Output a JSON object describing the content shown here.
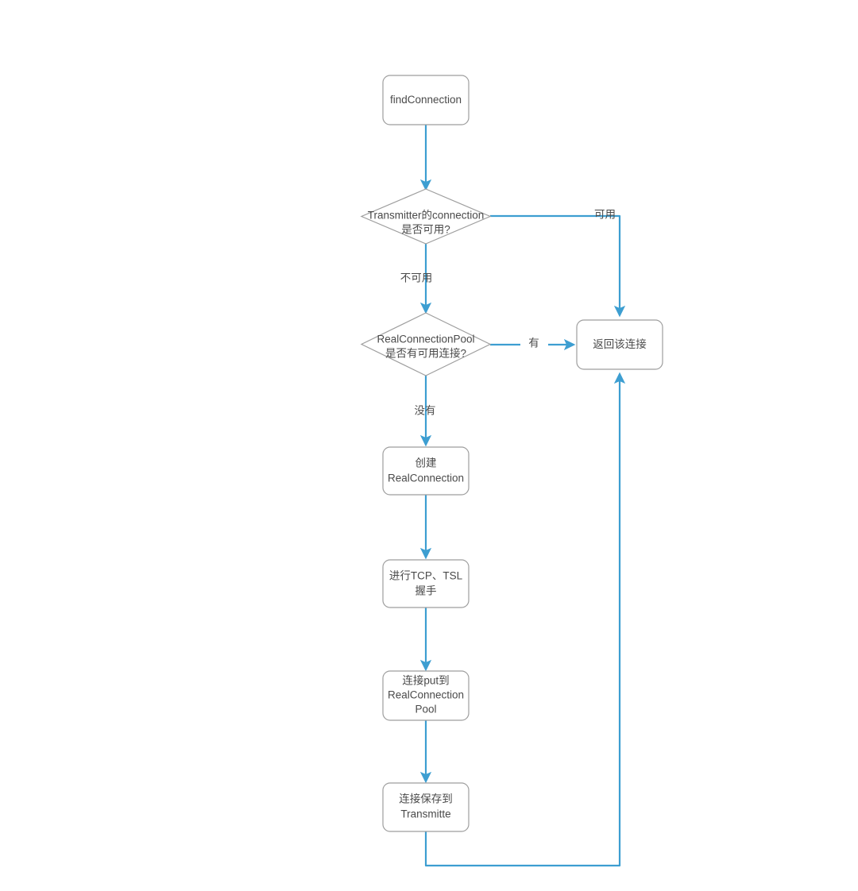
{
  "diagram": {
    "title": "findConnection flowchart",
    "colors": {
      "edge": "#3d9ed1",
      "node_border": "#9e9e9e",
      "node_fill": "#ffffff",
      "text": "#4a4a4a",
      "background": "#ffffff"
    },
    "nodes": [
      {
        "id": "start",
        "type": "rounded-rect",
        "lines": [
          "findConnection"
        ]
      },
      {
        "id": "decision-transmitter",
        "type": "diamond",
        "lines": [
          "Transmitter的connection",
          "是否可用?"
        ]
      },
      {
        "id": "decision-pool",
        "type": "diamond",
        "lines": [
          "RealConnectionPool",
          "是否有可用连接?"
        ]
      },
      {
        "id": "return-connection",
        "type": "rounded-rect",
        "lines": [
          "返回该连接"
        ]
      },
      {
        "id": "create-realconnection",
        "type": "rounded-rect",
        "lines": [
          "创建",
          "RealConnection"
        ]
      },
      {
        "id": "tcp-tsl-handshake",
        "type": "rounded-rect",
        "lines": [
          "进行TCP、TSL",
          "握手"
        ]
      },
      {
        "id": "put-to-pool",
        "type": "rounded-rect",
        "lines": [
          "连接put到",
          "RealConnection",
          "Pool"
        ]
      },
      {
        "id": "save-to-transmitter",
        "type": "rounded-rect",
        "lines": [
          "连接保存到",
          "Transmitte"
        ]
      }
    ],
    "edge_labels": [
      {
        "id": "label-available",
        "text": "可用"
      },
      {
        "id": "label-unavailable",
        "text": "不可用"
      },
      {
        "id": "label-has",
        "text": "有"
      },
      {
        "id": "label-none",
        "text": "没有"
      }
    ]
  }
}
